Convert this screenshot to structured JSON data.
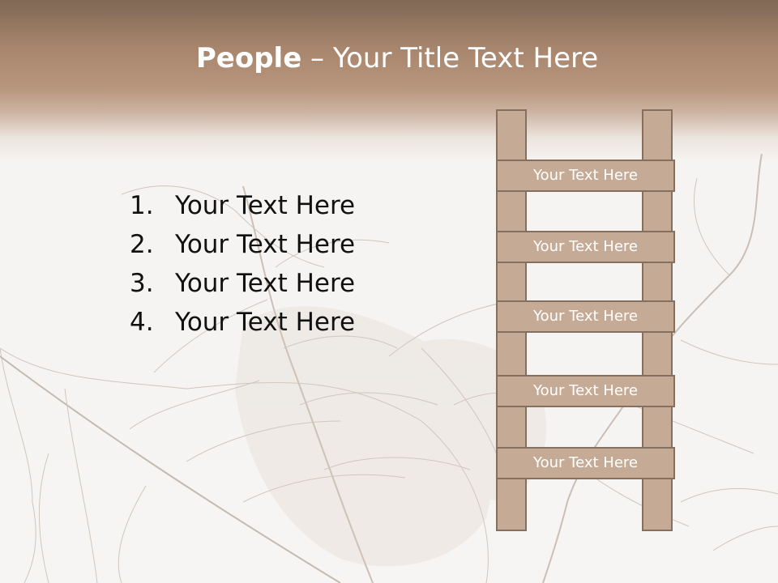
{
  "title": {
    "bold": "People",
    "rest": " – Your Title Text Here"
  },
  "list": [
    {
      "num": "1.",
      "text": "Your Text Here"
    },
    {
      "num": "2.",
      "text": "Your Text Here"
    },
    {
      "num": "3.",
      "text": "Your Text Here"
    },
    {
      "num": "4.",
      "text": "Your Text Here"
    }
  ],
  "ladder": {
    "rungs": [
      "Your Text Here",
      "Your Text Here",
      "Your Text Here",
      "Your Text Here",
      "Your Text Here"
    ]
  },
  "colors": {
    "header_brown": "#a8866d",
    "ladder_fill": "#c5ab96",
    "ladder_border": "#85705f"
  }
}
